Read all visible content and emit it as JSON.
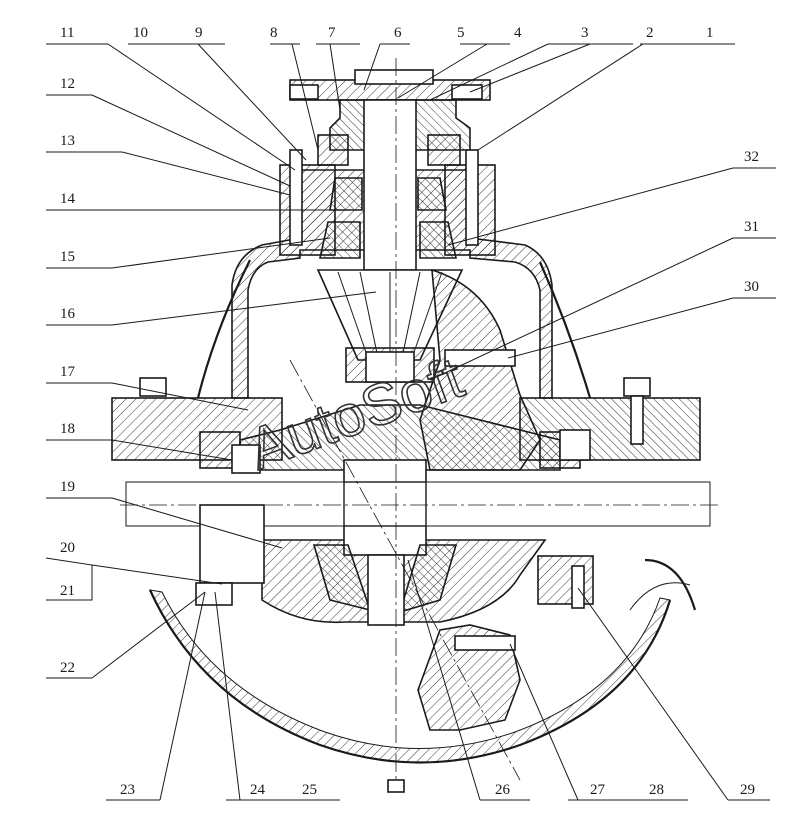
{
  "drawing": {
    "callouts": [
      "1",
      "2",
      "3",
      "4",
      "5",
      "6",
      "7",
      "8",
      "9",
      "10",
      "11",
      "12",
      "13",
      "14",
      "15",
      "16",
      "17",
      "18",
      "19",
      "20",
      "21",
      "22",
      "23",
      "24",
      "25",
      "26",
      "27",
      "28",
      "29",
      "30",
      "31",
      "32"
    ],
    "watermark": "AutoSoft"
  }
}
